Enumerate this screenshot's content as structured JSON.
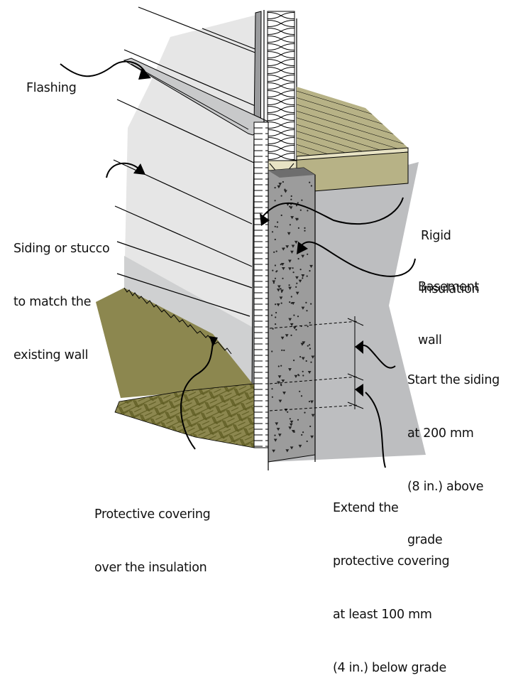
{
  "diagram": {
    "title": "Rigid insulation on the exterior of a basement wall with siding started above grade",
    "colors": {
      "siding": "#e6e6e6",
      "siding_shadow": "#c9cacb",
      "wall_background": "#bdbec0",
      "floor_top": "#b7b286",
      "floor_edge": "#e8e3c4",
      "concrete": "#9c9c9c",
      "soil": "#8c874f",
      "soil_hatch": "#5c5a20",
      "insulation_batt": "#ffffff",
      "line": "#000000"
    },
    "labels": {
      "flashing": {
        "lines": [
          "Flashing"
        ]
      },
      "siding": {
        "lines": [
          "Siding or stucco",
          "to match the",
          "existing wall"
        ]
      },
      "rigid_insulation": {
        "lines": [
          "Rigid",
          "insulation"
        ]
      },
      "basement_wall": {
        "lines": [
          "Basement",
          "wall"
        ]
      },
      "start_siding": {
        "lines": [
          "Start the siding",
          "at 200 mm",
          "(8 in.) above",
          "grade"
        ]
      },
      "protective_covering": {
        "lines": [
          "Protective covering",
          "over the insulation"
        ]
      },
      "extend_covering": {
        "lines": [
          "Extend the",
          "protective covering",
          "at least 100 mm",
          "(4 in.) below grade"
        ]
      }
    }
  }
}
